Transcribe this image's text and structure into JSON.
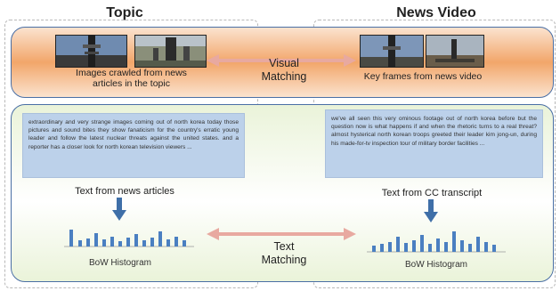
{
  "columns": {
    "left_title": "Topic",
    "right_title": "News Video"
  },
  "visual": {
    "left_caption_line1": "Images crawled from news",
    "left_caption_line2": "articles in the topic",
    "right_caption": "Key frames from news video",
    "matching_line1": "Visual",
    "matching_line2": "Matching"
  },
  "text": {
    "left_paragraph": "extraordinary and very strange images coming out of north korea today those pictures and sound bites they show fanaticism for the country's erratic young leader and follow the latest nuclear threats against the united states. and a reporter has a closer look for north korean television viewers ...",
    "right_paragraph": "we've all seen this very ominous footage out of north korea before but the question now is what happens if and when the rhetoric turns to a real threat? almost hysterical north korean troops greeted their leader kim jong-un, during his made-for-tv inspection tour of military border facilities ...",
    "left_source_label": "Text from news articles",
    "right_source_label": "Text from CC transcript",
    "left_histogram_label": "BoW Histogram",
    "right_histogram_label": "BoW Histogram",
    "matching_line1": "Text",
    "matching_line2": "Matching"
  },
  "colors": {
    "visual_panel": "#f2a66a",
    "text_panel": "#eaf3d9",
    "panel_border": "#4a6fa5",
    "text_block": "#bcd1ea",
    "bars": "#4a7fc1",
    "arrow": "#e8a9a0",
    "down_arrow": "#3f6fa8"
  }
}
